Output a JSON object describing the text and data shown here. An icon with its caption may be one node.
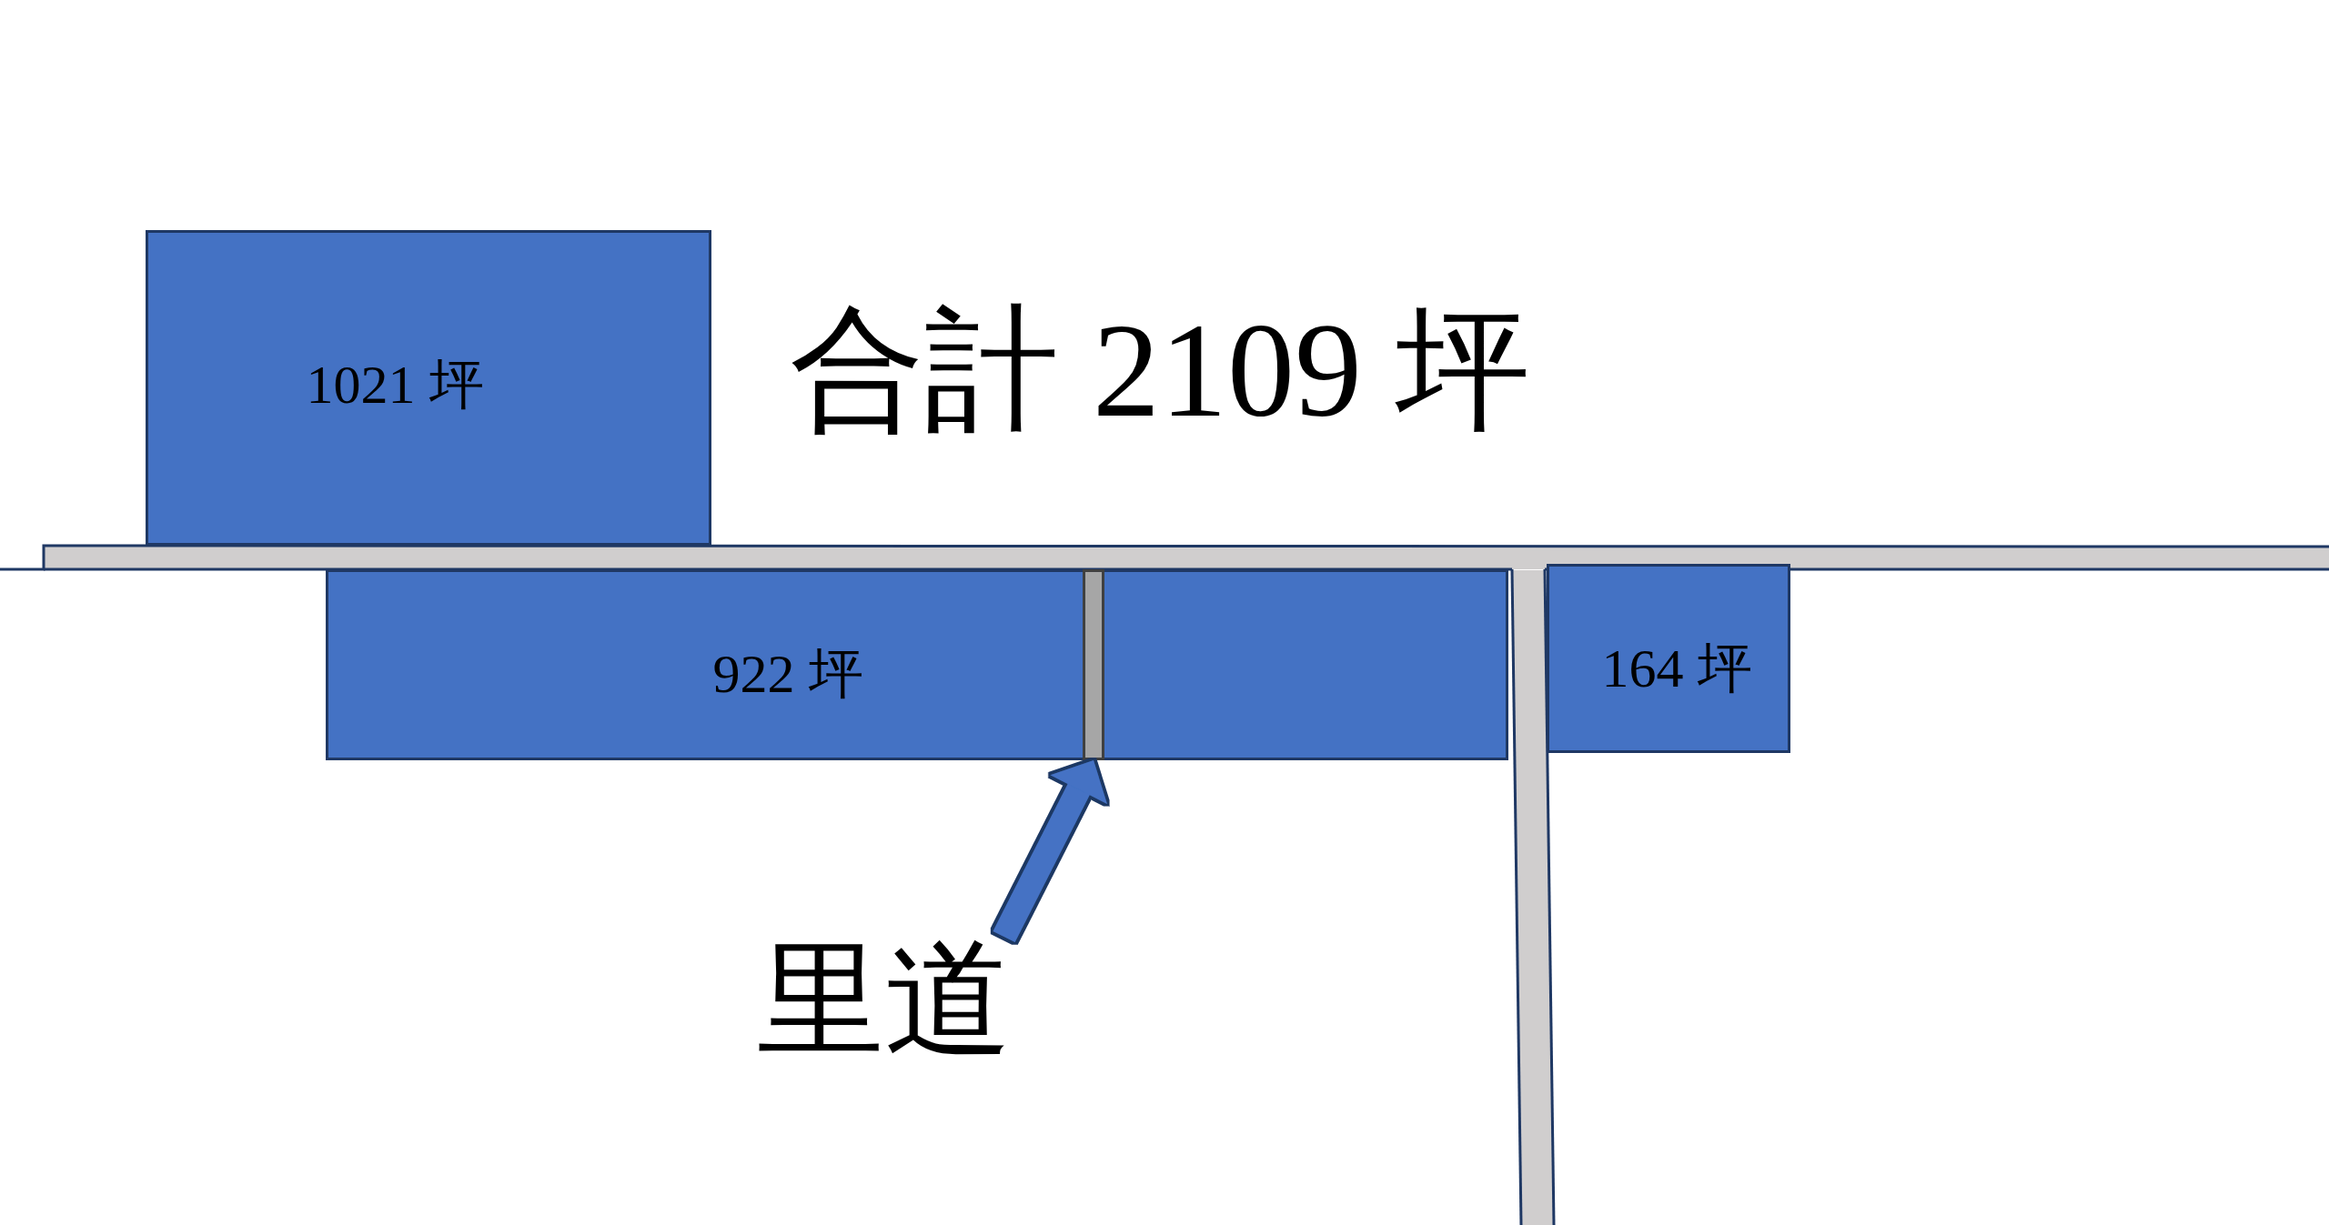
{
  "diagram": {
    "nodes": [
      {
        "text": [
          "1021 坪"
        ]
      },
      {
        "text": [
          "922 坪"
        ]
      },
      {
        "text": [],
        "shape": "bar",
        "in": 1
      },
      {
        "text": [
          "164 坪"
        ]
      },
      {
        "text": [
          "里道"
        ]
      }
    ],
    "edges": [
      {
        "from": 4,
        "to": 2,
        "arrow": "to"
      }
    ],
    "labels": [
      "合計 2109 坪"
    ]
  }
}
